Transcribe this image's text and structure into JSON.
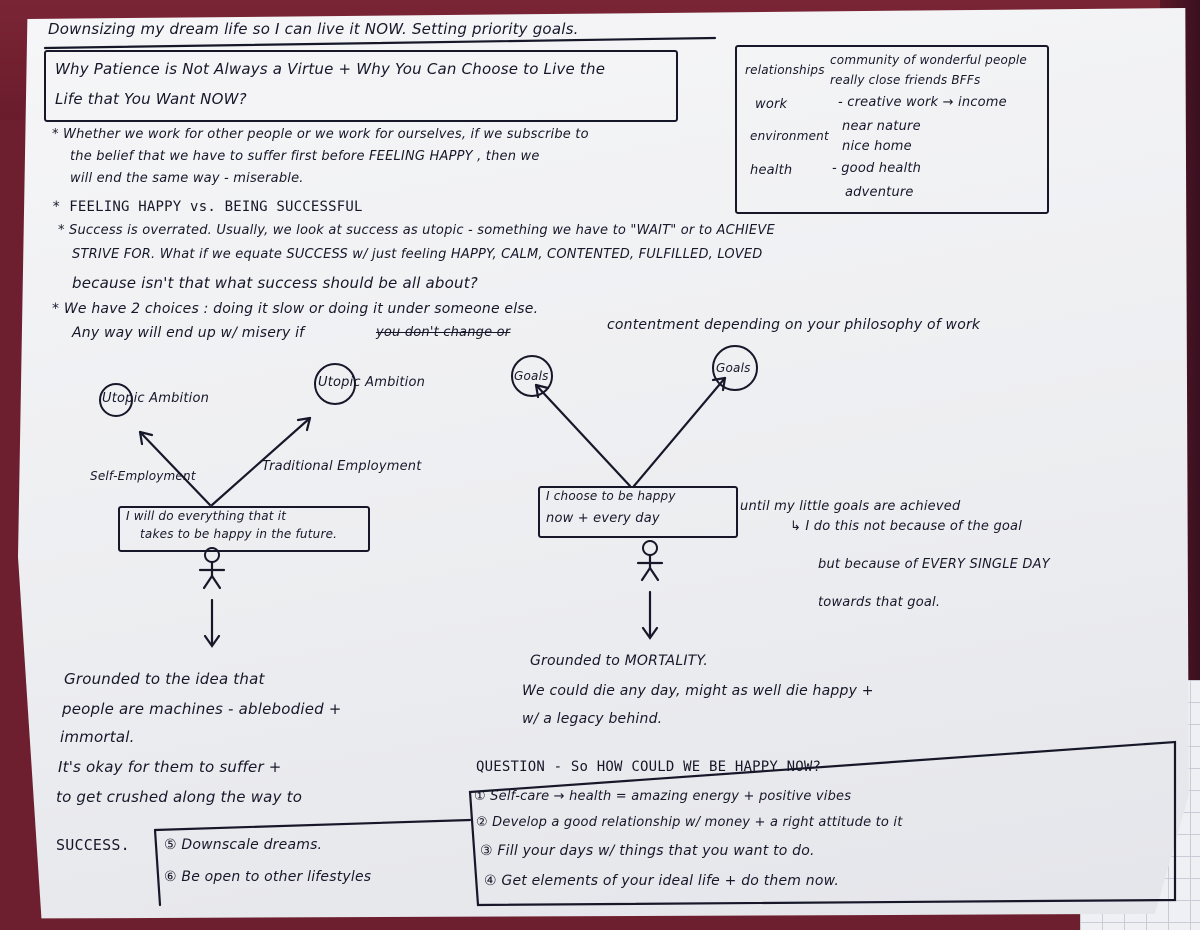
{
  "header": {
    "title": "Downsizing my dream life so I can live it NOW. Setting priority goals.",
    "subtitle_line1": "Why Patience is Not Always a Virtue + Why You Can Choose to Live the",
    "subtitle_line2": "Life that You Want NOW?"
  },
  "priorities": {
    "relationships_label": "relationships",
    "relationships_items": [
      "community of wonderful people",
      "really close friends BFFs"
    ],
    "work_label": "work",
    "work_item": "- creative work → income",
    "environment_label": "environment",
    "environment_items": [
      "near nature",
      "nice home"
    ],
    "health_label": "health",
    "health_items": [
      "- good health",
      "adventure"
    ]
  },
  "notes": [
    "* Whether we work for other people or we work for ourselves, if we subscribe to",
    "the belief that we have to suffer first before FEELING HAPPY , then we",
    "will end the same way - miserable.",
    "* FEELING HAPPY vs. BEING SUCCESSFUL",
    "* Success is overrated. Usually, we look at success as utopic - something we have to \"WAIT\" or to ACHIEVE",
    "STRIVE FOR. What if we equate SUCCESS w/ just feeling HAPPY, CALM, CONTENTED, FULFILLED, LOVED",
    "because isn't that what success should be all about?",
    "* We have 2 choices : doing it slow or doing it under someone else.",
    "contentment depending on your philosophy of work",
    "Any way will end up w/ misery if",
    "you don't change or"
  ],
  "left_diagram": {
    "goal_left": "Utopic Ambition",
    "goal_right": "Utopic Ambition",
    "branch_left": "Self-Employment",
    "branch_right": "Traditional Employment",
    "box_line1": "I will do everything that it",
    "box_line2": "takes to be happy in the future.",
    "result_lines": [
      "Grounded to the idea that",
      "people are machines - ablebodied +",
      "immortal.",
      "It's okay for them to suffer +",
      "to get crushed along the way to",
      "SUCCESS."
    ]
  },
  "right_diagram": {
    "goal_left": "Goals",
    "goal_right": "Goals",
    "box_line1": "I choose to be happy",
    "box_line2": "now + every day",
    "box_after": "until my little goals are achieved",
    "side_lines": [
      "↳ I do this not because of the goal",
      "but because of EVERY SINGLE DAY",
      "towards that goal."
    ],
    "result_lines": [
      "Grounded to MORTALITY.",
      "We could die any day, might as well die happy +",
      "w/ a legacy behind."
    ]
  },
  "question": {
    "title": "QUESTION - So HOW COULD WE BE HAPPY NOW?",
    "items": [
      "① Self-care → health = amazing energy + positive vibes",
      "② Develop a good relationship w/ money + a right attitude to it",
      "③ Fill your days w/ things that you want to do.",
      "④ Get elements of your ideal life + do them now."
    ],
    "extra_items": [
      "⑤ Downscale dreams.",
      "⑥ Be open to other lifestyles"
    ]
  }
}
